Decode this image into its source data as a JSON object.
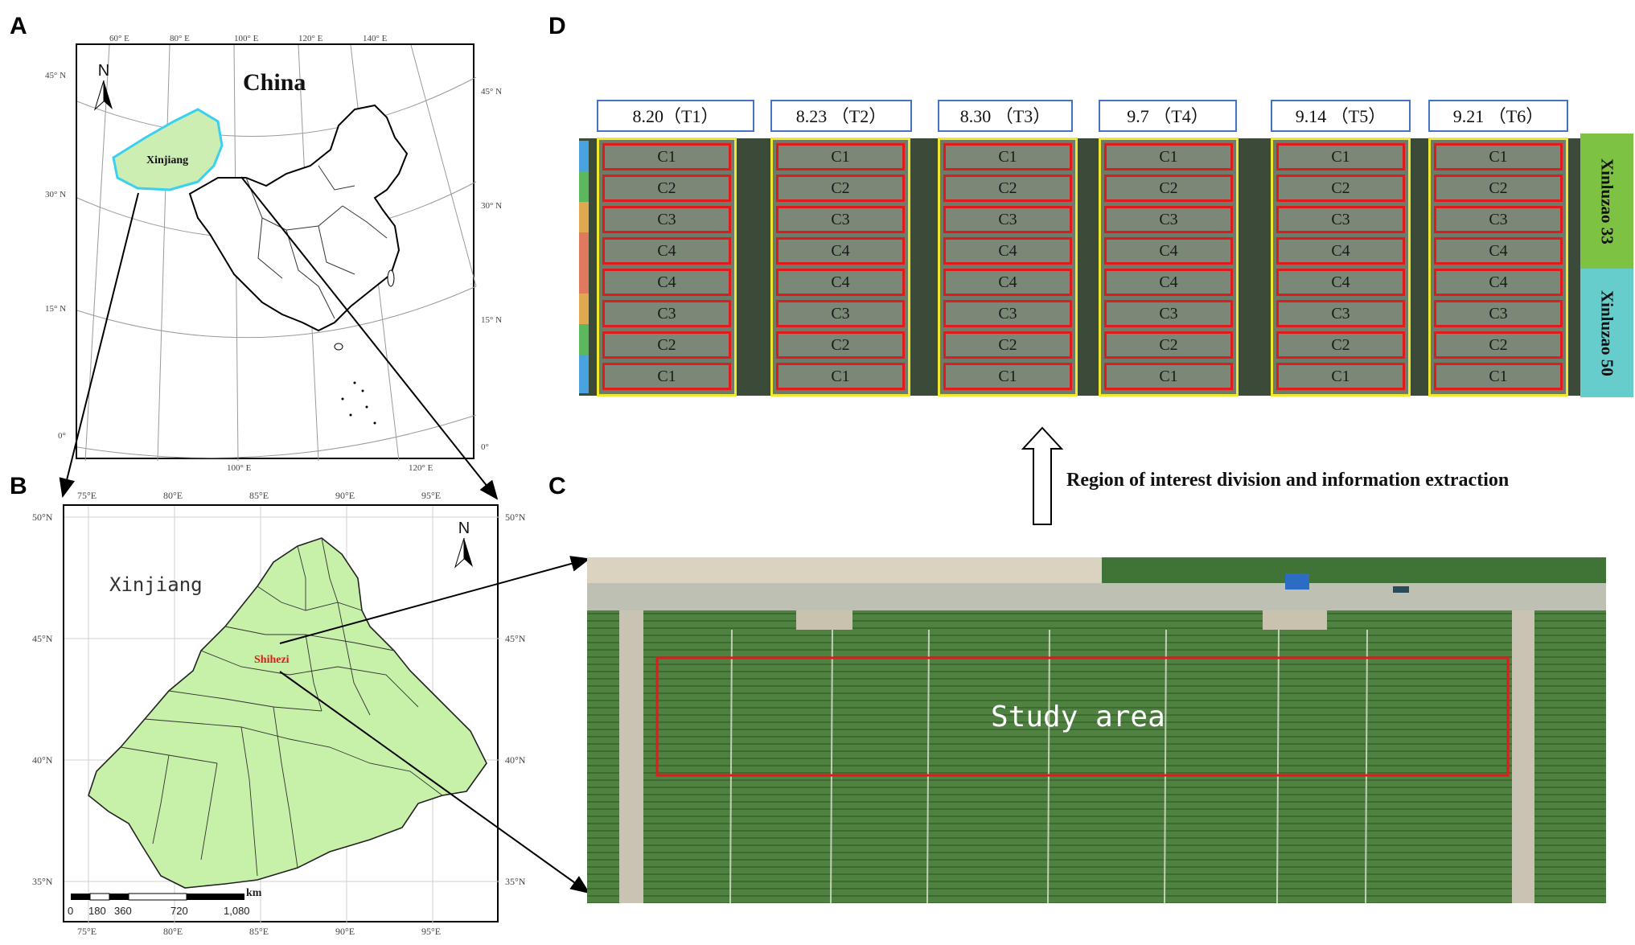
{
  "panels": {
    "a": {
      "letter": "A",
      "title": "China",
      "region_label": "Xinjiang",
      "top_ticks": [
        "60° E",
        "80° E",
        "100° E",
        "120° E",
        "140° E"
      ],
      "left_ticks": [
        "45° N",
        "30° N",
        "15° N",
        "0°"
      ],
      "right_ticks": [
        "45° N",
        "30° N",
        "15° N",
        "0°"
      ],
      "bottom_ticks": [
        "100° E",
        "120° E"
      ],
      "north": "N"
    },
    "b": {
      "letter": "B",
      "title": "Xinjiang",
      "city_label": "Shihezi",
      "top_ticks": [
        "75°E",
        "80°E",
        "85°E",
        "90°E",
        "95°E"
      ],
      "bottom_ticks": [
        "75°E",
        "80°E",
        "85°E",
        "90°E",
        "95°E"
      ],
      "left_ticks": [
        "50°N",
        "45°N",
        "40°N",
        "35°N"
      ],
      "right_ticks": [
        "50°N",
        "45°N",
        "40°N",
        "35°N"
      ],
      "scale_unit": "km",
      "scale_labels": [
        "0",
        "180",
        "360",
        "720",
        "1,080"
      ],
      "north": "N"
    },
    "c": {
      "letter": "C",
      "arrow_caption": "Region of interest division and information extraction",
      "study_label": "Study area"
    },
    "d": {
      "letter": "D",
      "dates": [
        "8.20（T1）",
        "8.23 （T2）",
        "8.30 （T3）",
        "9.7 （T4）",
        "9.14 （T5）",
        "9.21 （T6）"
      ],
      "rows": [
        "C1",
        "C2",
        "C3",
        "C4",
        "C4",
        "C3",
        "C2",
        "C1"
      ],
      "varieties": [
        "Xinluzao 33",
        "Xinluzao 50"
      ],
      "colors": {
        "variety_top": "#7dc242",
        "variety_bottom": "#66cccc",
        "plot_border": "#e01b1b",
        "column_border": "#f0e830",
        "date_border": "#4472c4"
      }
    }
  }
}
